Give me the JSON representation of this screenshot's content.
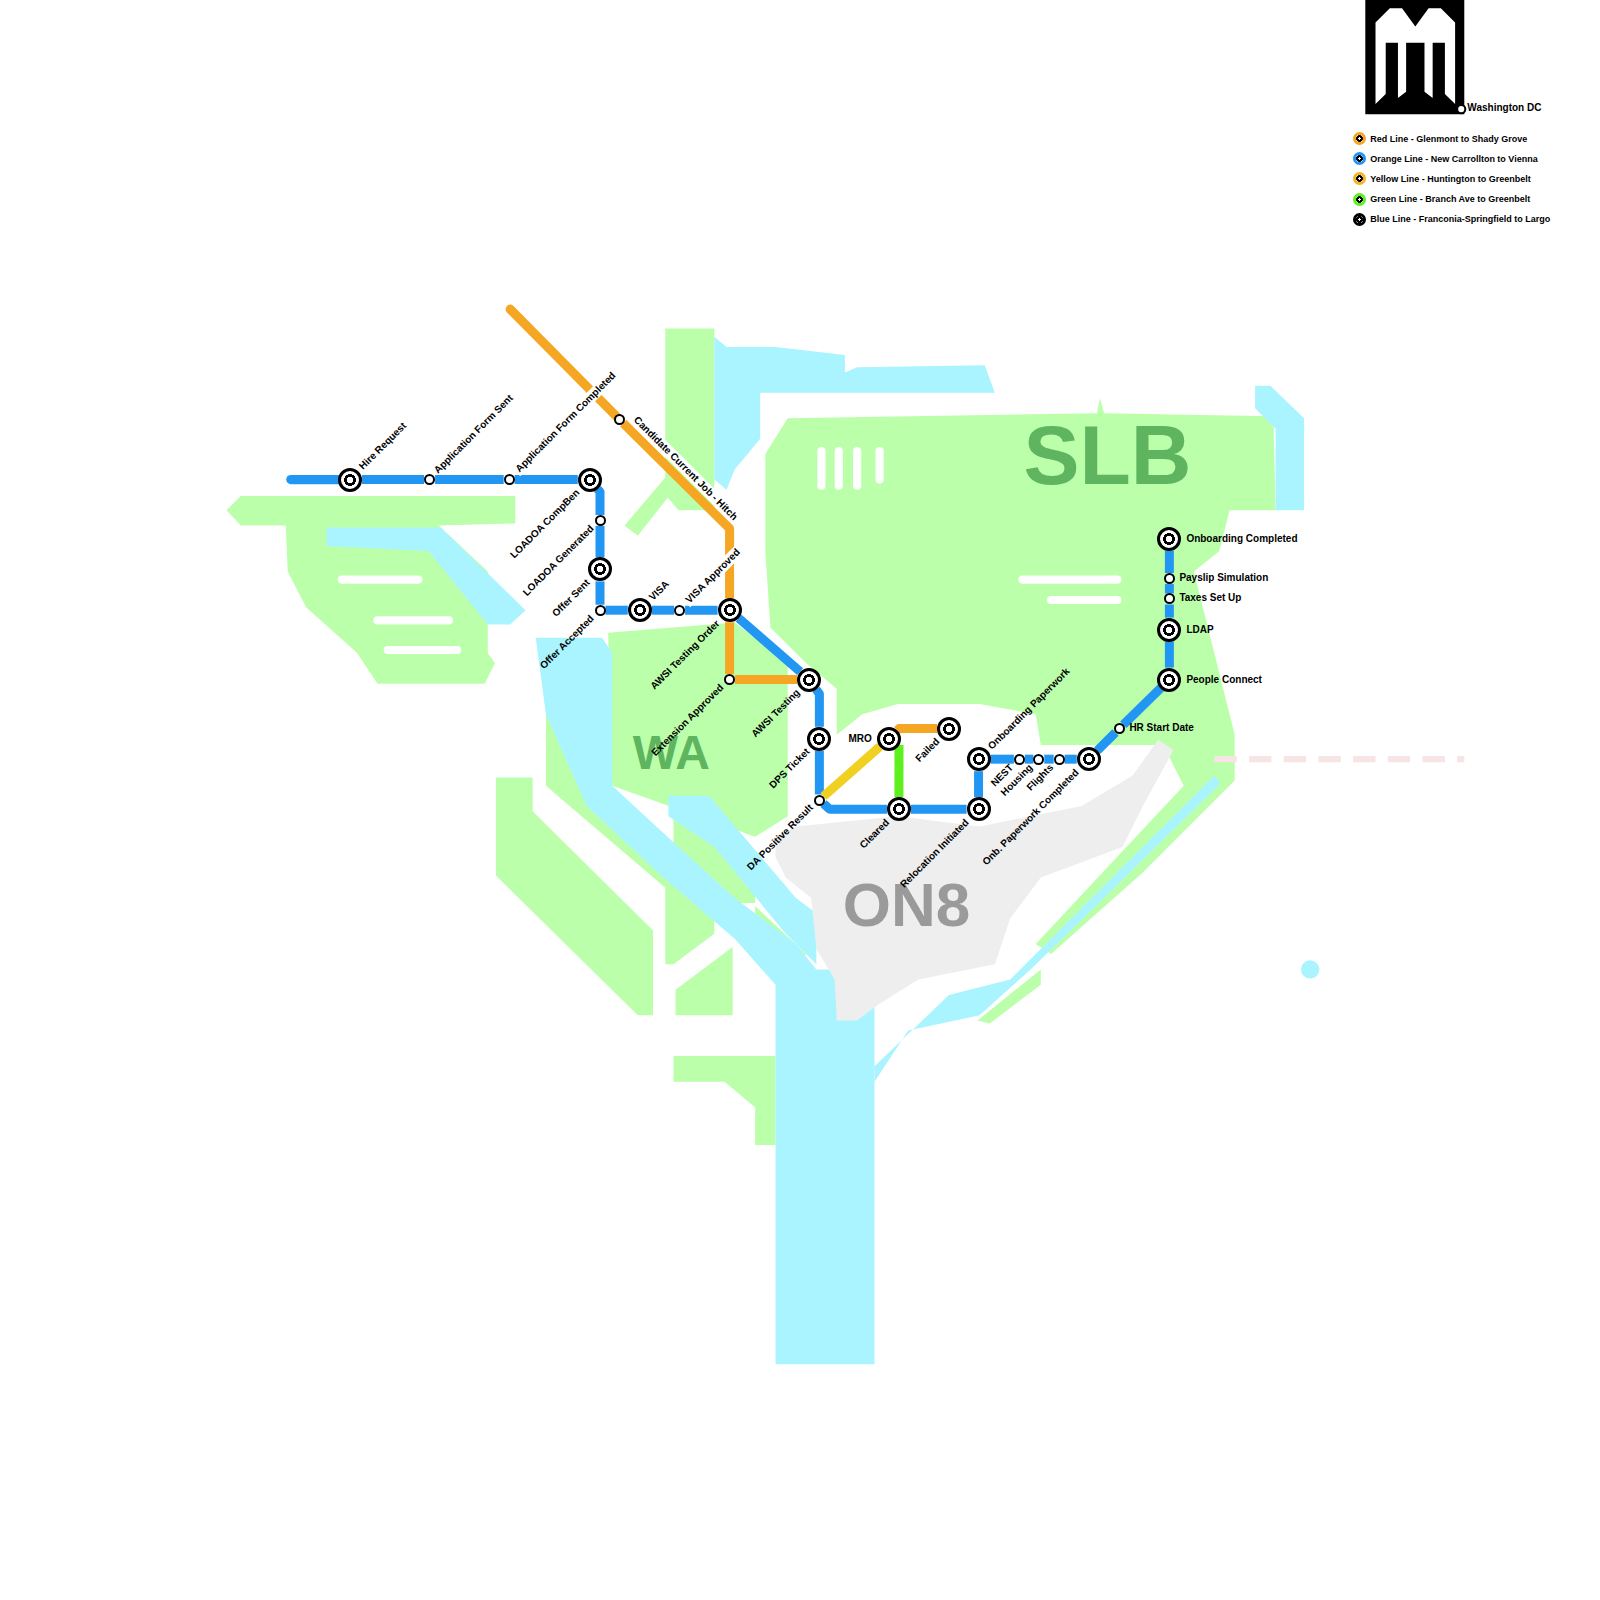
{
  "diagram": {
    "nodes": [
      {
        "text": [
          "Hire Request"
        ]
      },
      {
        "text": [
          "Application Form Sent"
        ]
      },
      {
        "text": [
          "Application Form Completed"
        ]
      },
      {
        "text": [
          "Candidate Current Job - Hitch"
        ]
      },
      {
        "text": [
          "LOADOA CompBen"
        ]
      },
      {
        "text": [
          "LOADOA Generated"
        ]
      },
      {
        "text": [
          "Offer Sent"
        ]
      },
      {
        "text": [
          "Offer Accepted"
        ]
      },
      {
        "text": [
          "VISA"
        ]
      },
      {
        "text": [
          "VISA Approved"
        ]
      },
      {
        "text": [
          "AWSI Testing Order"
        ]
      },
      {
        "text": [
          "Extension Approved"
        ]
      },
      {
        "text": [
          "AWSI Testing"
        ]
      },
      {
        "text": [
          "DPS Ticket"
        ]
      },
      {
        "text": [
          "DA Positive Result"
        ]
      },
      {
        "text": [
          "MRO"
        ]
      },
      {
        "text": [
          "Failed"
        ]
      },
      {
        "text": [
          "Cleared"
        ]
      },
      {
        "text": [
          "Relocation Initiated"
        ]
      },
      {
        "text": [
          "Onboarding Paperwork"
        ]
      },
      {
        "text": [
          "NEST"
        ]
      },
      {
        "text": [
          "Housing"
        ]
      },
      {
        "text": [
          "Flights"
        ]
      },
      {
        "text": [
          "Onb. Paperwork Completed"
        ]
      },
      {
        "text": [
          "HR Start Date"
        ]
      },
      {
        "text": [
          "People Connect"
        ]
      },
      {
        "text": [
          "LDAP"
        ]
      },
      {
        "text": [
          "Taxes Set Up"
        ]
      },
      {
        "text": [
          "Payslip Simulation"
        ]
      },
      {
        "text": [
          "Onboarding Completed"
        ]
      }
    ],
    "edges": [
      {
        "from": 0,
        "to": 1,
        "arrow": "none"
      },
      {
        "from": 1,
        "to": 2,
        "arrow": "none"
      },
      {
        "from": 2,
        "to": 4,
        "arrow": "none"
      },
      {
        "from": 4,
        "to": 5,
        "arrow": "none"
      },
      {
        "from": 5,
        "to": 6,
        "arrow": "none"
      },
      {
        "from": 6,
        "to": 7,
        "arrow": "none"
      },
      {
        "from": 7,
        "to": 8,
        "arrow": "none"
      },
      {
        "from": 8,
        "to": 9,
        "arrow": "none"
      },
      {
        "from": 9,
        "to": 10,
        "arrow": "none"
      },
      {
        "from": 10,
        "to": 12,
        "arrow": "none"
      },
      {
        "from": 12,
        "to": 13,
        "arrow": "none"
      },
      {
        "from": 13,
        "to": 14,
        "arrow": "none"
      },
      {
        "from": 14,
        "to": 17,
        "arrow": "none"
      },
      {
        "from": 17,
        "to": 18,
        "arrow": "none"
      },
      {
        "from": 18,
        "to": 19,
        "arrow": "none"
      },
      {
        "from": 19,
        "to": 20,
        "arrow": "none"
      },
      {
        "from": 20,
        "to": 21,
        "arrow": "none"
      },
      {
        "from": 21,
        "to": 22,
        "arrow": "none"
      },
      {
        "from": 22,
        "to": 23,
        "arrow": "none"
      },
      {
        "from": 23,
        "to": 24,
        "arrow": "none"
      },
      {
        "from": 24,
        "to": 25,
        "arrow": "none"
      },
      {
        "from": 25,
        "to": 26,
        "arrow": "none"
      },
      {
        "from": 26,
        "to": 27,
        "arrow": "none"
      },
      {
        "from": 27,
        "to": 28,
        "arrow": "none"
      },
      {
        "from": 28,
        "to": 29,
        "arrow": "none"
      },
      {
        "from": 3,
        "to": 10,
        "arrow": "none"
      },
      {
        "from": 10,
        "to": 11,
        "arrow": "none"
      },
      {
        "from": 11,
        "to": 12,
        "arrow": "none"
      },
      {
        "from": 15,
        "to": 16,
        "arrow": "none"
      },
      {
        "from": 14,
        "to": 15,
        "arrow": "none"
      },
      {
        "from": 15,
        "to": 17,
        "arrow": "none"
      }
    ],
    "labels": [
      "Washington DC",
      "SLB",
      "WA",
      "ON8"
    ],
    "legend": [
      {
        "text": "Red Line - Glenmont to Shady Grove",
        "color": "#f5a623"
      },
      {
        "text": "Orange Line - New Carrollton to Vienna",
        "color": "#2196f3"
      },
      {
        "text": "Yellow Line - Huntington to Greenbelt",
        "color": "#f5b324"
      },
      {
        "text": "Green Line - Branch Ave to Greenbelt",
        "color": "#5ef01e"
      },
      {
        "text": "Blue Line - Franconia-Springfield to Largo"
      }
    ]
  }
}
